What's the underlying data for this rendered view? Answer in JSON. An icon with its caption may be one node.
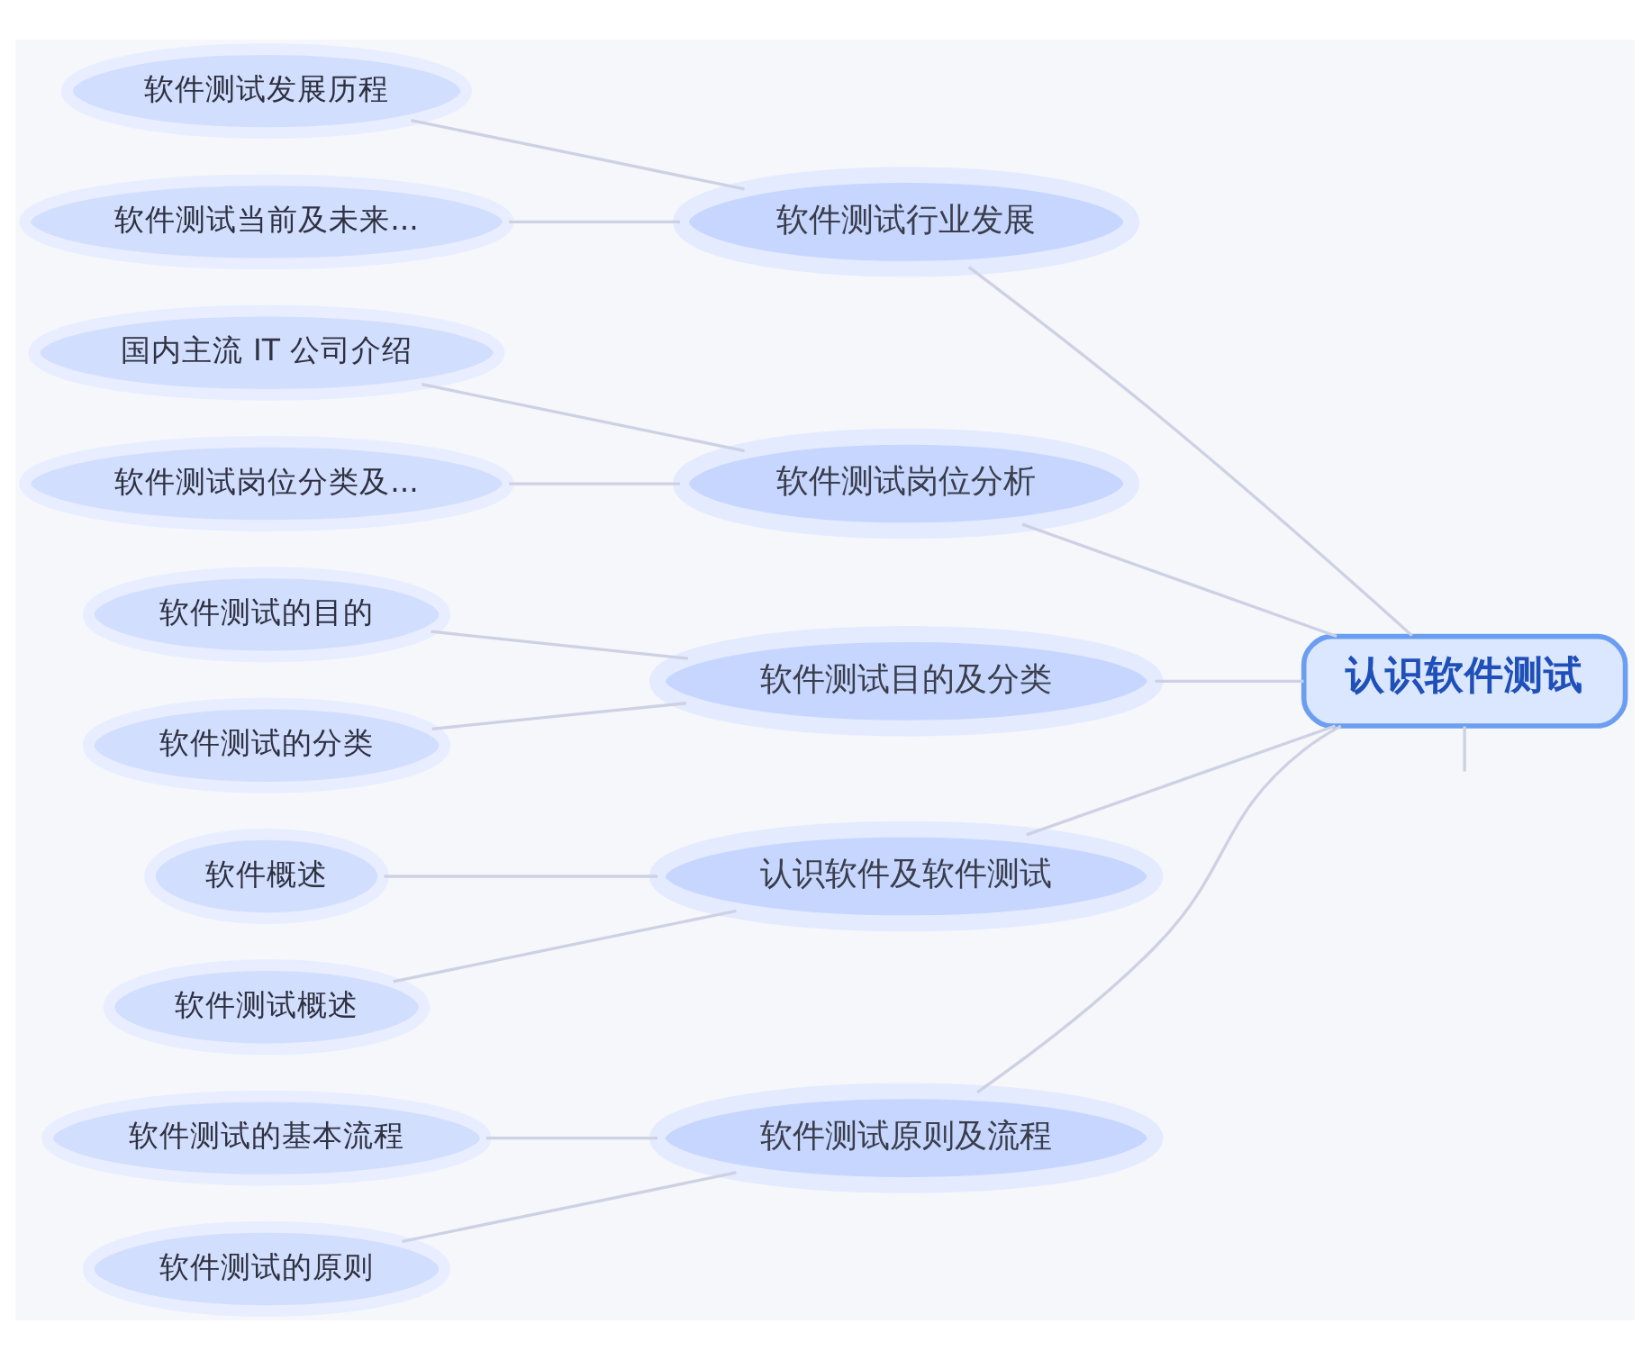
{
  "diagram": {
    "nodes": [
      {
        "text": [
          "软件测试发展历程"
        ]
      },
      {
        "text": [
          "软件测试当前及未来..."
        ]
      },
      {
        "text": [
          "国内主流 IT 公司介绍"
        ]
      },
      {
        "text": [
          "软件测试岗位分类及..."
        ]
      },
      {
        "text": [
          "软件测试的目的"
        ]
      },
      {
        "text": [
          "软件概述"
        ]
      },
      {
        "text": [
          "软件测试行业发展"
        ]
      },
      {
        "text": [
          "软件测试岗位分析"
        ]
      },
      {
        "text": [
          "软件测试的分类"
        ]
      },
      {
        "text": [
          "软件测试目的及分类"
        ]
      },
      {
        "text": [
          "认识软件及软件测试"
        ]
      },
      {
        "text": [
          "软件测试概述"
        ]
      },
      {
        "text": [
          "软件测试的基本流程"
        ]
      },
      {
        "text": [
          "认识软件测试"
        ]
      },
      {
        "text": [
          "软件测试原则及流程"
        ]
      },
      {
        "text": [
          "软件测试的原则"
        ]
      }
    ],
    "edges": [
      {
        "from": 13,
        "to": 6,
        "arrow": "none"
      },
      {
        "from": 13,
        "to": 7,
        "arrow": "none"
      },
      {
        "from": 13,
        "to": 9,
        "arrow": "none"
      },
      {
        "from": 13,
        "to": 10,
        "arrow": "none"
      },
      {
        "from": 13,
        "to": 14,
        "arrow": "none"
      },
      {
        "from": 13,
        "to": null,
        "arrow": "none"
      },
      {
        "from": 6,
        "to": 0,
        "arrow": "none"
      },
      {
        "from": 6,
        "to": 1,
        "arrow": "none"
      },
      {
        "from": 7,
        "to": 2,
        "arrow": "none"
      },
      {
        "from": 7,
        "to": 3,
        "arrow": "none"
      },
      {
        "from": 9,
        "to": 4,
        "arrow": "none"
      },
      {
        "from": 9,
        "to": 8,
        "arrow": "none"
      },
      {
        "from": 10,
        "to": 5,
        "arrow": "none"
      },
      {
        "from": 10,
        "to": 11,
        "arrow": "none"
      },
      {
        "from": 14,
        "to": 12,
        "arrow": "none"
      },
      {
        "from": 14,
        "to": 15,
        "arrow": "none"
      }
    ]
  }
}
